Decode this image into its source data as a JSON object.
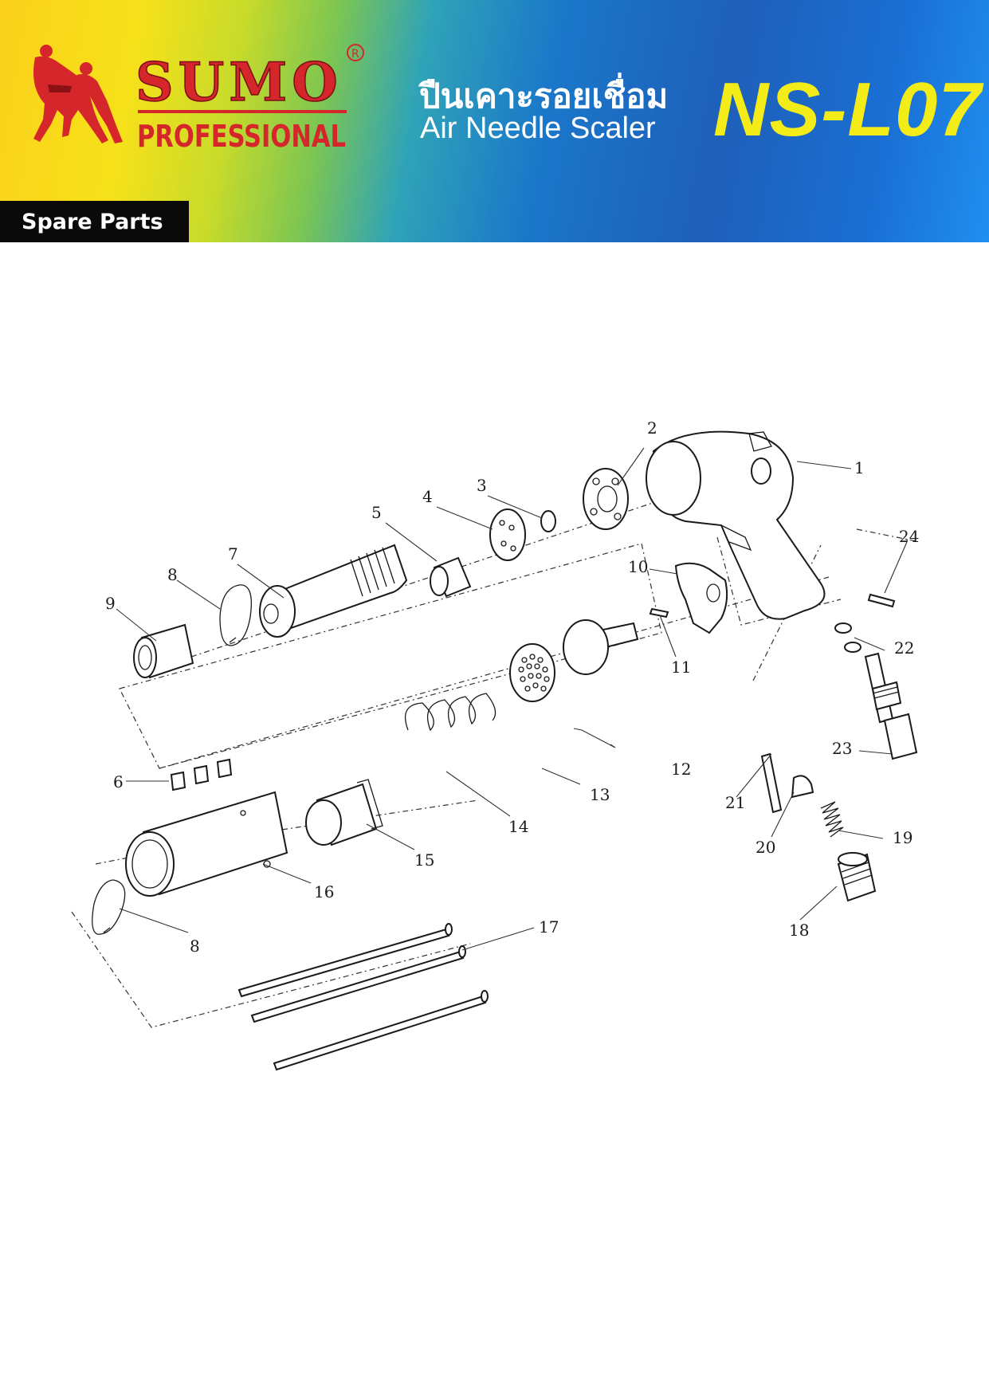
{
  "header": {
    "brand_word": "SUMO",
    "brand_registered": "R",
    "brand_sub": "PROFESSIONAL",
    "title_thai": "ปืนเคาะรอยเชื่อม",
    "title_english": "Air Needle Scaler",
    "model": "NS-L07",
    "section_tag": "Spare Parts"
  },
  "colors": {
    "brand_red": "#d5262b",
    "model_yellow": "#f3ec19",
    "tag_black": "#0a0a0a"
  },
  "diagram": {
    "part_labels": [
      "1",
      "2",
      "3",
      "4",
      "5",
      "7",
      "8",
      "9",
      "10",
      "11",
      "24",
      "22",
      "23",
      "6",
      "12",
      "13",
      "14",
      "15",
      "16",
      "8",
      "17",
      "21",
      "20",
      "19",
      "18"
    ]
  }
}
